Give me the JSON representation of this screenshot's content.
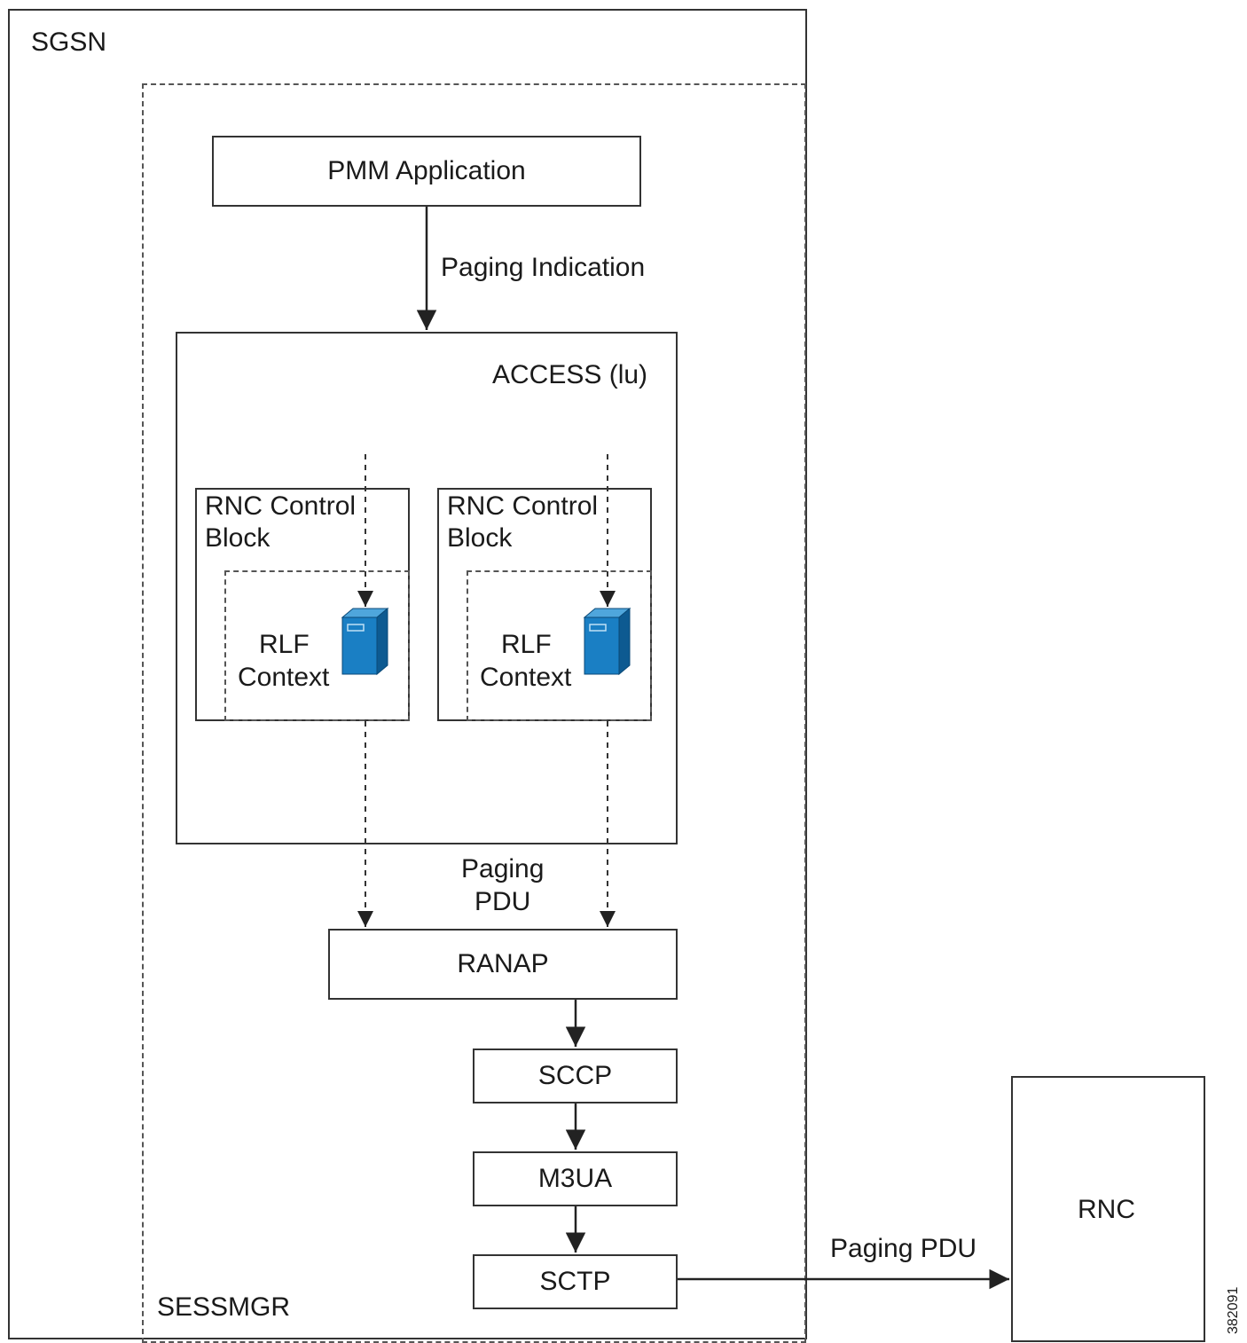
{
  "sgsn": {
    "label": "SGSN"
  },
  "sessmgr": {
    "label": "SESSMGR"
  },
  "pmm": {
    "label": "PMM Application"
  },
  "paging_indication": {
    "label": "Paging Indication"
  },
  "access": {
    "label": "ACCESS (lu)"
  },
  "rnc_blocks": [
    {
      "title_line1": "RNC Control",
      "title_line2": "Block",
      "ctx_line1": "RLF",
      "ctx_line2": "Context",
      "icon": "server-icon"
    },
    {
      "title_line1": "RNC Control",
      "title_line2": "Block",
      "ctx_line1": "RLF",
      "ctx_line2": "Context",
      "icon": "server-icon"
    }
  ],
  "paging_pdu_mid": {
    "line1": "Paging",
    "line2": "PDU"
  },
  "stack": {
    "ranap": "RANAP",
    "sccp": "SCCP",
    "m3ua": "M3UA",
    "sctp": "SCTP"
  },
  "paging_pdu_right": {
    "label": "Paging PDU"
  },
  "rnc": {
    "label": "RNC"
  },
  "figure_id": "382091",
  "colors": {
    "server_front": "#1a7fc4",
    "server_side": "#0d5a91",
    "server_top": "#4fa6dc"
  }
}
